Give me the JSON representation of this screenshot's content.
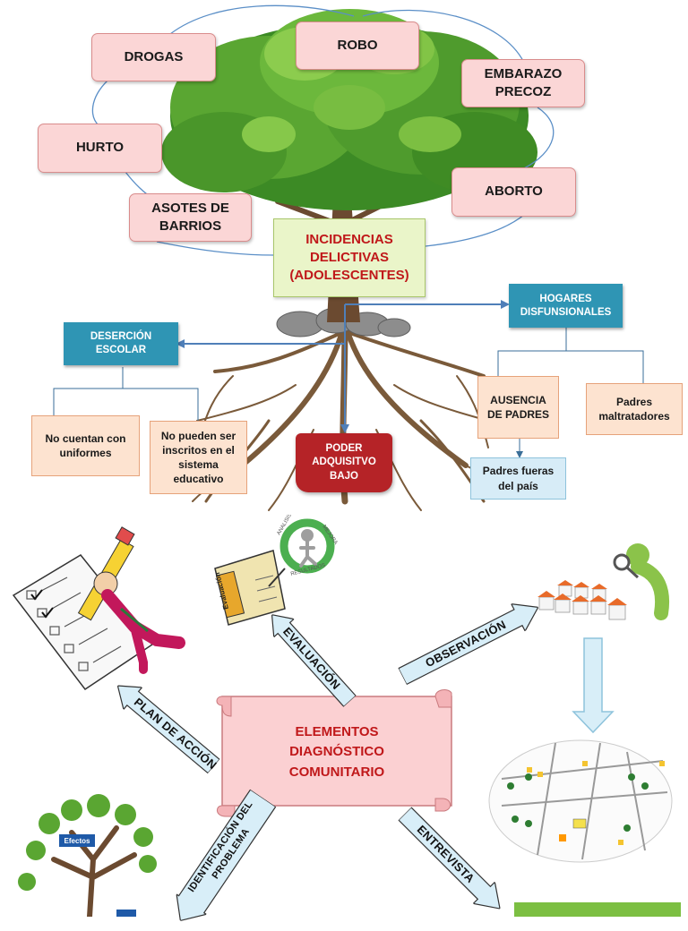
{
  "tree_section": {
    "top_boxes": {
      "drogas": "DROGAS",
      "robo": "ROBO",
      "embarazo": "EMBARAZO PRECOZ",
      "hurto": "HURTO",
      "aborto": "ABORTO",
      "asotes": "ASOTES DE BARRIOS"
    },
    "center_label": "INCIDENCIAS DELICTIVAS (ADOLESCENTES)",
    "desercion": {
      "title": "DESERCIÓN ESCOLAR",
      "children": [
        "No cuentan con uniformes",
        "No pueden ser inscritos en el sistema educativo"
      ]
    },
    "hogares": {
      "title": "HOGARES DISFUNSIONALES",
      "children": [
        "AUSENCIA DE PADRES",
        "Padres maltratadores"
      ],
      "grandchild": "Padres fueras del país"
    },
    "poder": "PODER ADQUISITVO BAJO"
  },
  "diagnostic_section": {
    "center": "ELEMENTOS DIAGNÓSTICO COMUNITARIO",
    "arrows": {
      "evaluacion": "EVALUACIÓN",
      "observacion": "OBSERVACIÓN",
      "plan": "PLAN DE ACCIÓN",
      "identificacion": "IDENTIFICACIÓN DEL PROBLEMA",
      "entrevista": "ENTREVISTA"
    },
    "image_text": {
      "evaluacion_book": "Evaluación",
      "cycle_words": [
        "ANALISIS",
        "MEJORA",
        "RESULTADOS"
      ],
      "tree_sign": "Efectos"
    }
  },
  "colors": {
    "pink_box": "#fbd6d6",
    "teal_box": "#2f95b4",
    "peach_box": "#fde3d0",
    "light_blue_box": "#d7ecf7",
    "arrow_fill": "#d8eef8",
    "red_text": "#c0181a",
    "scroll_fill": "#fbd0d2"
  }
}
